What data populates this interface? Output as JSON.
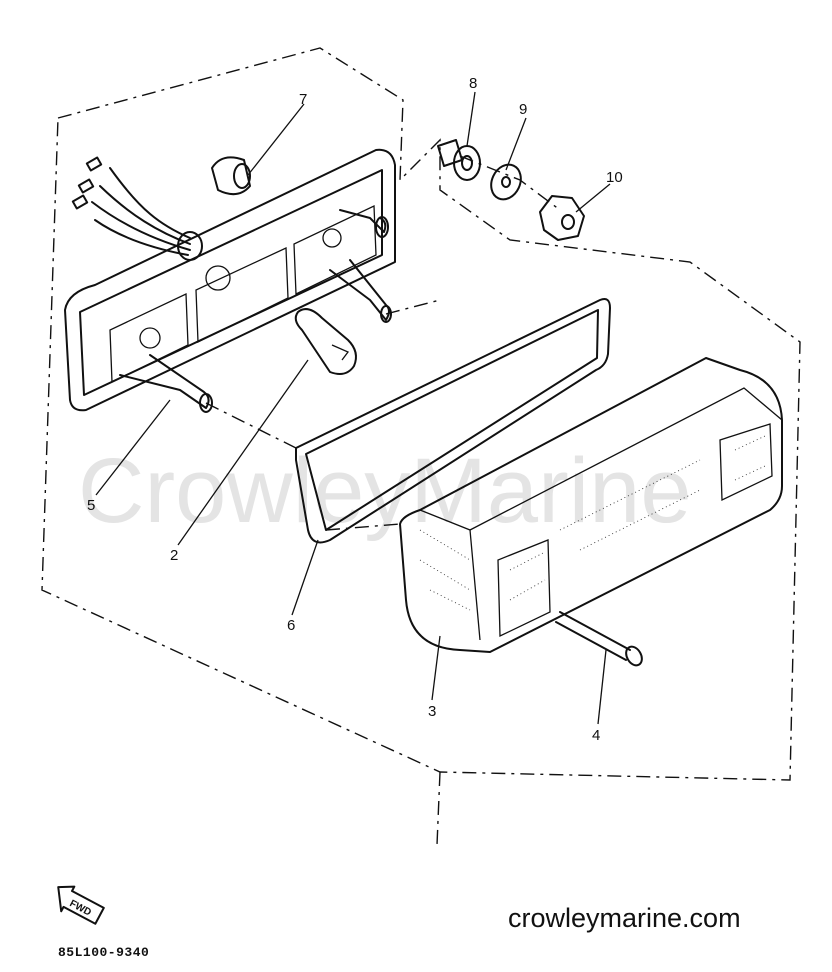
{
  "watermark": "CrowleyMarine",
  "callouts": [
    {
      "id": "1",
      "label": "2"
    },
    {
      "id": "2",
      "label": "3"
    },
    {
      "id": "3",
      "label": "4"
    },
    {
      "id": "4",
      "label": "5"
    },
    {
      "id": "5",
      "label": "6"
    },
    {
      "id": "6",
      "label": "7"
    },
    {
      "id": "7",
      "label": "8"
    },
    {
      "id": "8",
      "label": "9"
    },
    {
      "id": "9",
      "label": "10"
    }
  ],
  "fwd_label": "FWD",
  "website": "crowleymarine.com",
  "part_number": "85L100-9340"
}
